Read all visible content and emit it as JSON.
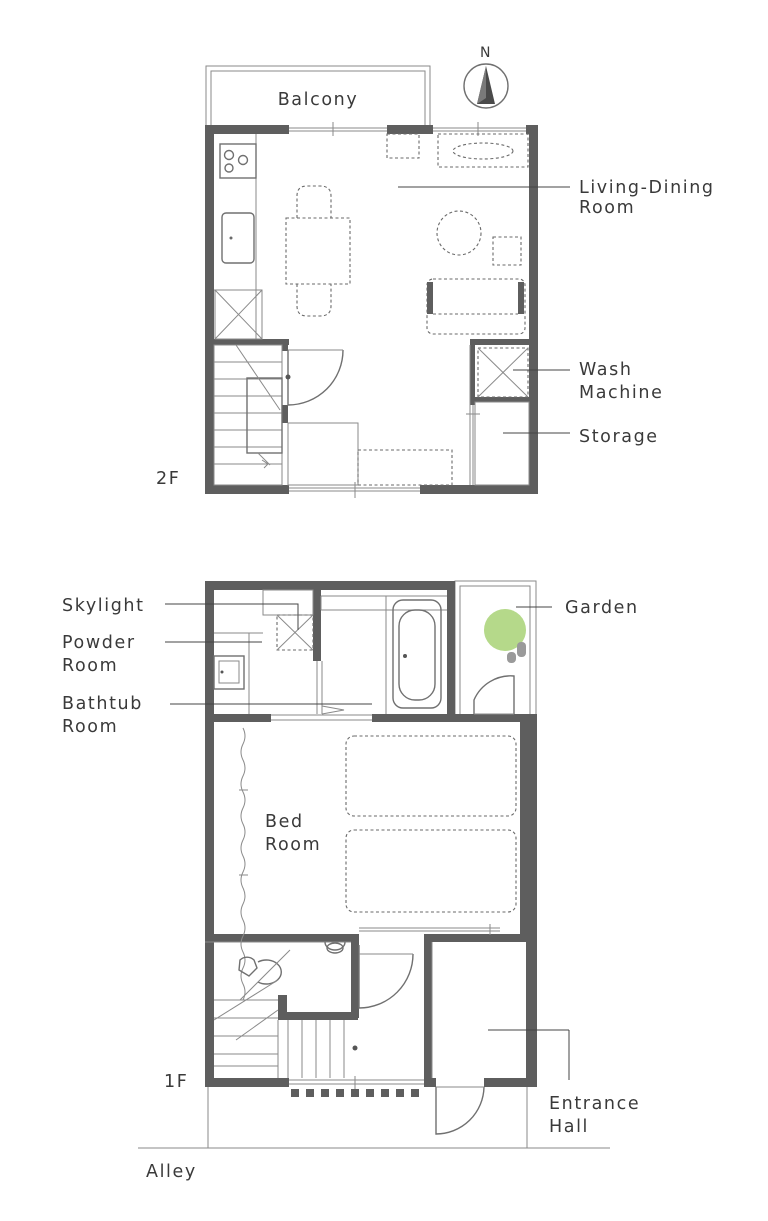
{
  "labels": {
    "balcony": "Balcony",
    "living_dining": [
      "Living-Dining",
      "Room"
    ],
    "wash_machine": [
      "Wash",
      "Machine"
    ],
    "storage": "Storage",
    "floor_2f": "2F",
    "skylight": "Skylight",
    "powder_room": [
      "Powder",
      "Room"
    ],
    "bathtub_room": [
      "Bathtub",
      "Room"
    ],
    "garden": "Garden",
    "bed_room": [
      "Bed",
      "Room"
    ],
    "floor_1f": "1F",
    "entrance_hall": [
      "Entrance",
      "Hall"
    ],
    "alley": "Alley",
    "north": "N"
  },
  "colors": {
    "wall": "#5e5e5e",
    "garden_tree": "#b5d98a",
    "text": "#3a3a3a"
  }
}
